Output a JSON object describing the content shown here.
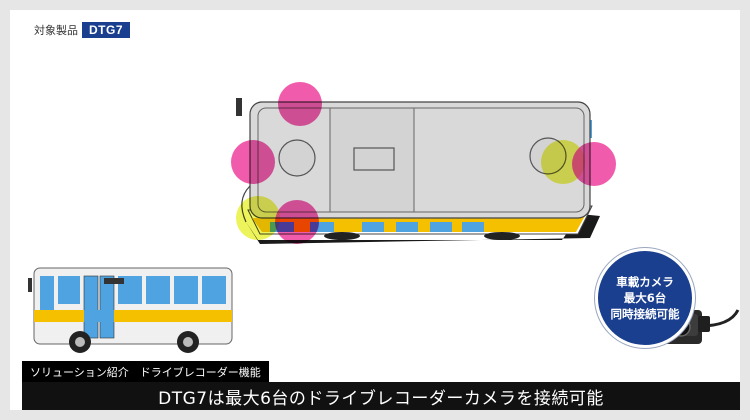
{
  "product": {
    "label": "対象製品",
    "model": "DTG7"
  },
  "badge": {
    "line1": "車載カメラ",
    "line2": "最大6台",
    "line3": "同時接続可能"
  },
  "subtitle": "ソリューション紹介　ドライブレコーダー機能",
  "caption": "DTG7は最大6台のドライブレコーダーカメラを接続可能",
  "colors": {
    "magenta_zone": "#ec1c8c",
    "yellow_zone": "#e6ef1c",
    "brand_blue": "#1a3f8f",
    "bus_stripe": "#f5c000",
    "bus_window": "#4ea3e0"
  },
  "icons": {
    "camera": "camera-icon",
    "bus_top": "bus-top-view-icon",
    "bus_side": "bus-side-view-icon"
  }
}
